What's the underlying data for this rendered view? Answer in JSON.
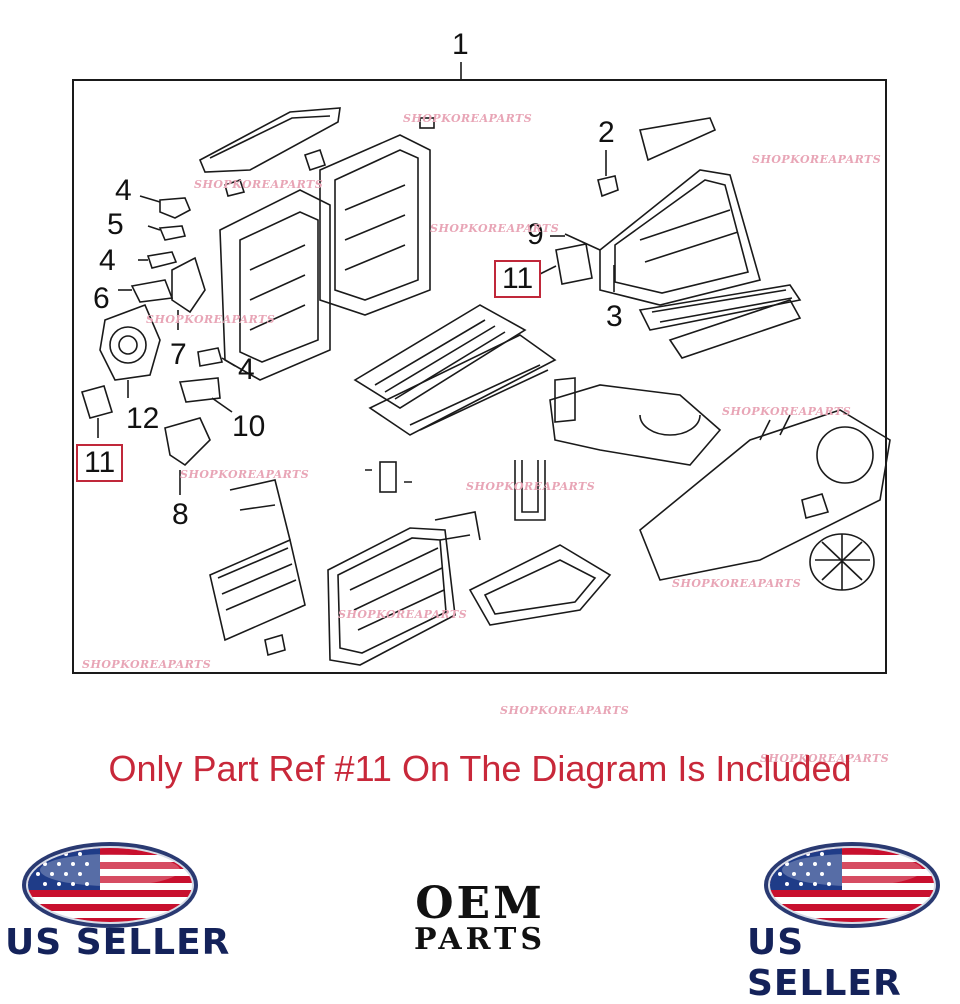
{
  "diagram": {
    "top_label": "1",
    "callouts": [
      "2",
      "3",
      "4",
      "5",
      "4",
      "6",
      "7",
      "4",
      "10",
      "12",
      "8",
      "9",
      "11",
      "11"
    ],
    "watermark": "SHOPKOREAPARTS"
  },
  "notice": "Only Part Ref #11 On The Diagram Is Included",
  "badges": {
    "left_label": "US SELLER",
    "right_label": "US SELLER"
  },
  "oem_logo": {
    "line1": "OEM",
    "line2": "PARTS"
  },
  "colors": {
    "notice": "#c8283a",
    "highlight_box": "#c0283a",
    "seller_text": "#14225a",
    "flag_red": "#c8102e",
    "flag_blue": "#1f3c88"
  }
}
